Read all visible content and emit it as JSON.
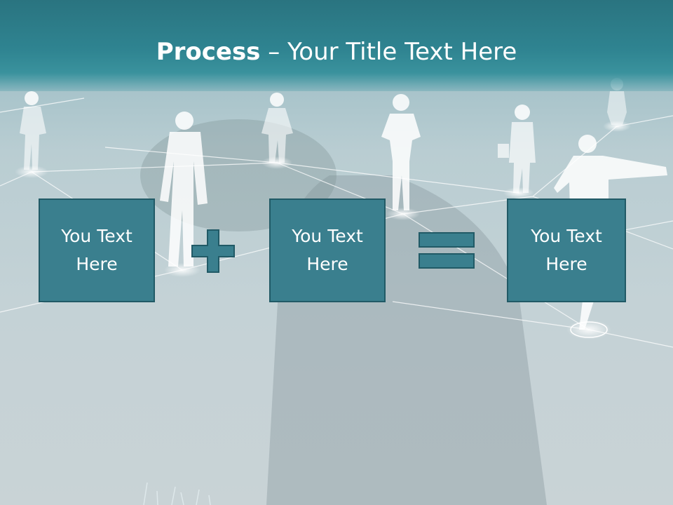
{
  "slide": {
    "title_bold": "Process",
    "title_rest": " – Your Title Text Here"
  },
  "boxes": [
    {
      "line1": "You Text",
      "line2": "Here"
    },
    {
      "line1": "You Text",
      "line2": "Here"
    },
    {
      "line1": "You Text",
      "line2": "Here"
    }
  ],
  "operators": [
    "plus-icon",
    "equals-icon"
  ],
  "colors": {
    "header": "#2f8491",
    "box_fill": "#3a7f8e",
    "box_border": "#215a66",
    "text": "#ffffff",
    "background": "#c4d2d6"
  }
}
